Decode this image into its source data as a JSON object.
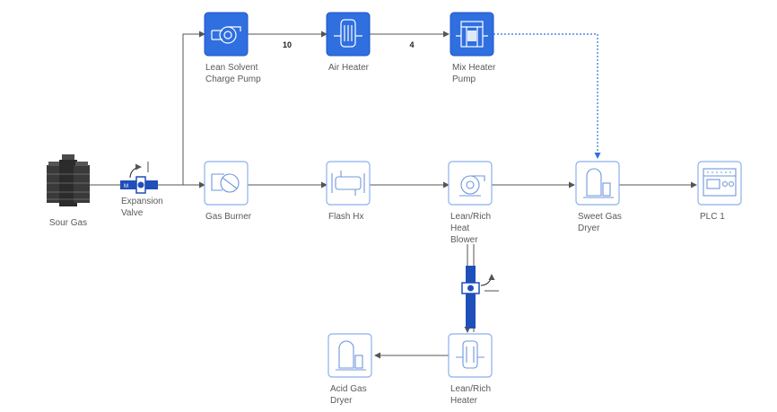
{
  "nodes": {
    "sour_gas": {
      "lines": [
        "Sour Gas"
      ]
    },
    "expansion_valve_1": {
      "lines": [
        "Expansion",
        "Valve"
      ]
    },
    "lean_solvent_charge_pump": {
      "lines": [
        "Lean Solvent",
        "Charge Pump"
      ]
    },
    "air_heater": {
      "lines": [
        "Air Heater"
      ]
    },
    "mix_heater_pump": {
      "lines": [
        "Mix Heater",
        "Pump"
      ]
    },
    "gas_burner": {
      "lines": [
        "Gas Burner"
      ]
    },
    "flash_hx": {
      "lines": [
        "Flash Hx"
      ]
    },
    "lean_rich_heat_blower": {
      "lines": [
        "Lean/Rich",
        "Heat",
        "Blower"
      ]
    },
    "sweet_gas_dryer": {
      "lines": [
        "Sweet Gas",
        "Dryer"
      ]
    },
    "plc_1": {
      "lines": [
        "PLC 1"
      ]
    },
    "lean_rich_heater": {
      "lines": [
        "Lean/Rich",
        "Heater"
      ]
    },
    "acid_gas_dryer": {
      "lines": [
        "Acid Gas",
        "Dryer"
      ]
    }
  },
  "edges": {
    "pump_to_air_heater": "10",
    "air_heater_to_mix_heater": "4"
  },
  "colors": {
    "accent": "#2f6fe0",
    "idle_border": "#8bb0ee",
    "line": "#555555",
    "label": "#5a5a5a"
  }
}
